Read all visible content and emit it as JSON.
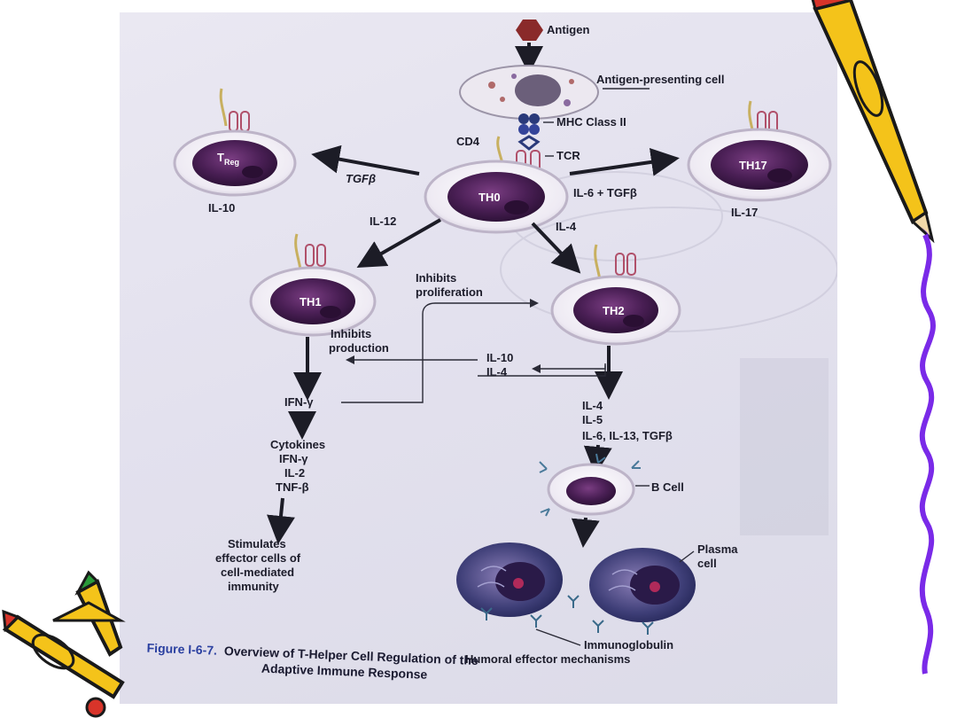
{
  "diagram": {
    "antigen": "Antigen",
    "apc": "Antigen-presenting cell",
    "mhc": "MHC Class II",
    "cd4": "CD4",
    "tcr": "TCR",
    "cells": {
      "th0": "TH0",
      "treg_main": "T",
      "treg_sub": "Reg",
      "th17": "TH17",
      "th1": "TH1",
      "th2": "TH2"
    },
    "labels": {
      "tgfb": "TGFβ",
      "il10_treg": "IL-10",
      "il6_tgfb": "IL-6 + TGFβ",
      "il17": "IL-17",
      "il12": "IL-12",
      "il4_top": "IL-4",
      "inhibits_prolif_1": "Inhibits",
      "inhibits_prolif_2": "proliferation",
      "inhibits_prod_1": "Inhibits",
      "inhibits_prod_2": "production",
      "il10_mid": "IL-10",
      "il4_mid": "IL-4",
      "ifn_gamma": "IFN-γ",
      "cytokines": [
        "Cytokines",
        "IFN-γ",
        "IL-2",
        "TNF-β"
      ],
      "stimulates": [
        "Stimulates",
        "effector cells of",
        "cell-mediated",
        "immunity"
      ],
      "th2_products": [
        "IL-4",
        "IL-5",
        "IL-6, IL-13, TGFβ"
      ],
      "b_cell": "B Cell",
      "plasma_1": "Plasma",
      "plasma_2": "cell",
      "immunoglobulin": "Immunoglobulin",
      "humoral": "Humoral effector mechanisms"
    },
    "caption": {
      "number": "Figure I-6-7.",
      "line1": "Overview of T-Helper Cell Regulation of the",
      "line2": "Adaptive Immune Response"
    }
  },
  "colors": {
    "cell_nucleus": "#4a1f55",
    "cell_membrane": "#f4f2f6",
    "pencil_yellow": "#f4c31a",
    "pencil_red": "#d8342a",
    "squiggle": "#7a2ae8"
  }
}
